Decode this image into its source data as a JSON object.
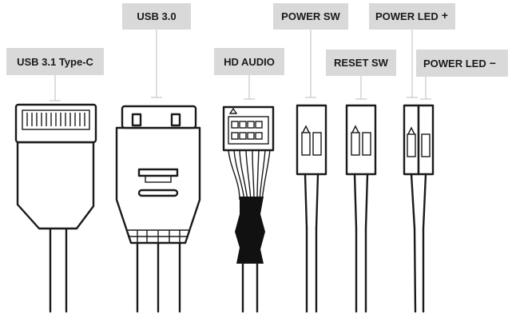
{
  "labels": {
    "usb31": "USB 3.1 Type-C",
    "usb30": "USB 3.0",
    "hd_audio": "HD AUDIO",
    "power_sw": "POWER SW",
    "reset_sw": "RESET SW",
    "power_led_plus": "POWER LED",
    "power_led_plus_sign": "+",
    "power_led_minus": "POWER LED",
    "power_led_minus_sign": "−"
  }
}
